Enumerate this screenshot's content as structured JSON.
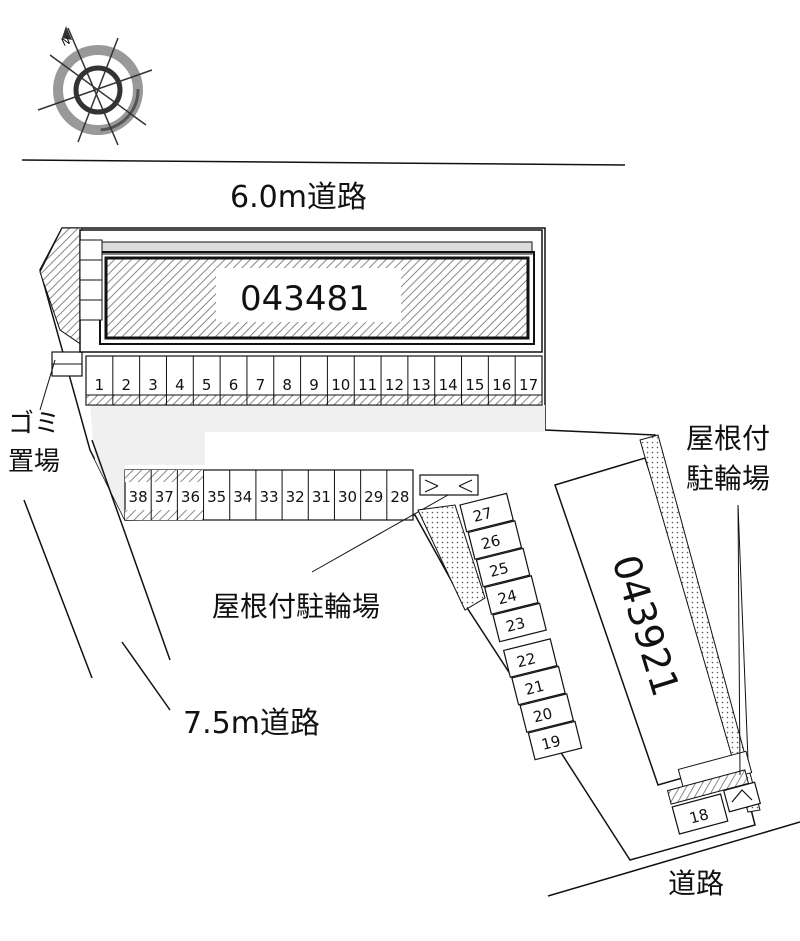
{
  "roads": {
    "top": "6.0m道路",
    "left": "7.5m道路",
    "bottom": "道路"
  },
  "buildings": {
    "main": "043481",
    "east": "043921"
  },
  "facilities": {
    "garbage": [
      "ゴミ",
      "置場"
    ],
    "bicycle_roof_center": "屋根付駐輪場",
    "bicycle_roof_right": [
      "屋根付",
      "駐輪場"
    ]
  },
  "parking": {
    "top_row": [
      "1",
      "2",
      "3",
      "4",
      "5",
      "6",
      "7",
      "8",
      "9",
      "10",
      "11",
      "12",
      "13",
      "14",
      "15",
      "16",
      "17"
    ],
    "middle_row": [
      "38",
      "37",
      "36",
      "35",
      "34",
      "33",
      "32",
      "31",
      "30",
      "29",
      "28"
    ],
    "diagonal": [
      "27",
      "26",
      "25",
      "24",
      "23",
      "22",
      "21",
      "20",
      "19"
    ],
    "bottom_right": "18"
  },
  "compass": {
    "north_label": "N"
  },
  "colors": {
    "outline": "#111111",
    "lot_fill": "#f0f0f0",
    "hatch": "#888888",
    "compass_ring": "#555555"
  }
}
